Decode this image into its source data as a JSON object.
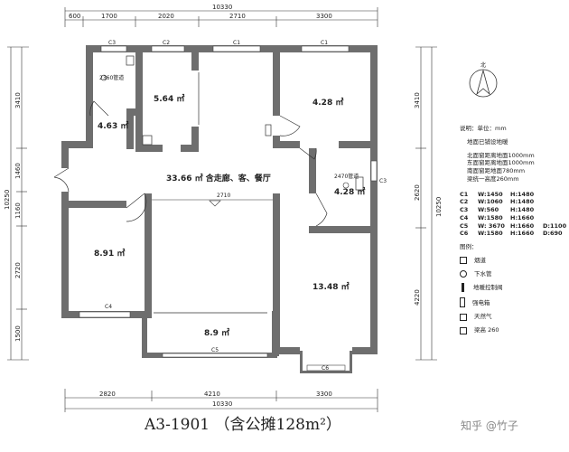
{
  "dims": {
    "top_total": "10330",
    "top_segments": [
      "600",
      "1700",
      "2020",
      "2710",
      "3300"
    ],
    "bottom_total": "10330",
    "bottom_segments": [
      "2820",
      "4210",
      "3300"
    ],
    "left_total": "10250",
    "left_segments": [
      "3410",
      "1460",
      "1160",
      "2720",
      "1500"
    ],
    "right_total": "10250",
    "right_segments": [
      "3410",
      "2620",
      "4220"
    ],
    "mid_corridor": "2710"
  },
  "rooms": {
    "bath1": "4.63 ㎡",
    "kitchen": "5.64 ㎡",
    "bed_ne": "4.28 ㎡",
    "living": "33.66 ㎡ 含走廊、客、餐厅",
    "bath2": "4.28 ㎡",
    "bed_sw": "8.91 ㎡",
    "bed_se": "13.48 ㎡",
    "balcony": "8.9 ㎡"
  },
  "pipes": {
    "p1": "2360管道",
    "p2": "2470管道"
  },
  "window_tags": {
    "c3a": "C3",
    "c2": "C2",
    "c1a": "C1",
    "c1b": "C1",
    "c4": "C4",
    "c5": "C5",
    "c6": "C6",
    "c3b": "C3"
  },
  "north": "北",
  "notes": {
    "unit": "说明：单位：mm",
    "heat": "地面已铺设地暖",
    "sill1": "北面窗距离地面1000mm",
    "sill2": "东面窗距离地面1000mm",
    "sill3": "南面窗距地面780mm",
    "beam": "梁统一高度260mm"
  },
  "windows_table": [
    {
      "code": "C1",
      "w": "W:1450",
      "h": "H:1480",
      "d": ""
    },
    {
      "code": "C2",
      "w": "W:1060",
      "h": "H:1480",
      "d": ""
    },
    {
      "code": "C3",
      "w": "W:560",
      "h": "H:1480",
      "d": ""
    },
    {
      "code": "C4",
      "w": "W:1580",
      "h": "H:1660",
      "d": ""
    },
    {
      "code": "C5",
      "w": "W: 3670",
      "h": "H:1660",
      "d": "D:1100"
    },
    {
      "code": "C6",
      "w": "W:1580",
      "h": "H:1660",
      "d": "D:690"
    }
  ],
  "legend_title": "图例：",
  "legend_items": [
    "烟道",
    "下水管",
    "地暖控制阀",
    "强电箱",
    "天然气",
    "梁高 260"
  ],
  "title": "A3-1901   （含公摊128m²）",
  "watermark": "知乎 @竹子"
}
